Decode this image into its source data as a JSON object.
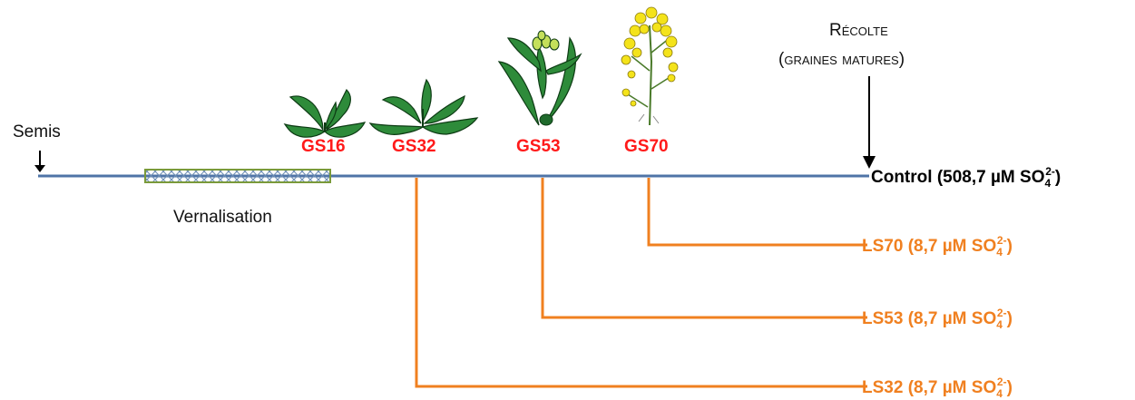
{
  "colors": {
    "timeline": "#4f74a7",
    "treatment": "#f08020",
    "stage_label": "#ff1a1a",
    "vernalisation_border": "#7a9a3a",
    "plant_leaf": "#2e8b3a",
    "flower": "#f4e31a"
  },
  "labels": {
    "sowing": "Semis",
    "vernalisation": "Vernalisation",
    "harvest_line1": "Récolte",
    "harvest_line2": "(graines matures)"
  },
  "stages": [
    {
      "id": "gs16",
      "label": "GS16"
    },
    {
      "id": "gs32",
      "label": "GS32"
    },
    {
      "id": "gs53",
      "label": "GS53"
    },
    {
      "id": "gs70",
      "label": "GS70"
    }
  ],
  "control": {
    "name": "Control",
    "concentration": "508,7 µM SO",
    "sub": "4",
    "sup": "2-",
    "close": ")"
  },
  "treatments": [
    {
      "name": "LS70",
      "concentration": "8,7 µM SO",
      "sub": "4",
      "sup": "2-",
      "close": ")"
    },
    {
      "name": "LS53",
      "concentration": "8,7 µM SO",
      "sub": "4",
      "sup": "2-",
      "close": ")"
    },
    {
      "name": "LS32",
      "concentration": "8,7 µM SO",
      "sub": "4",
      "sup": "2-",
      "close": ")"
    }
  ],
  "icons": [
    "arrow-down-icon",
    "rosette-plant-icon",
    "stem-elongation-plant-icon",
    "flower-bud-plant-icon",
    "flowering-rapeseed-icon"
  ]
}
